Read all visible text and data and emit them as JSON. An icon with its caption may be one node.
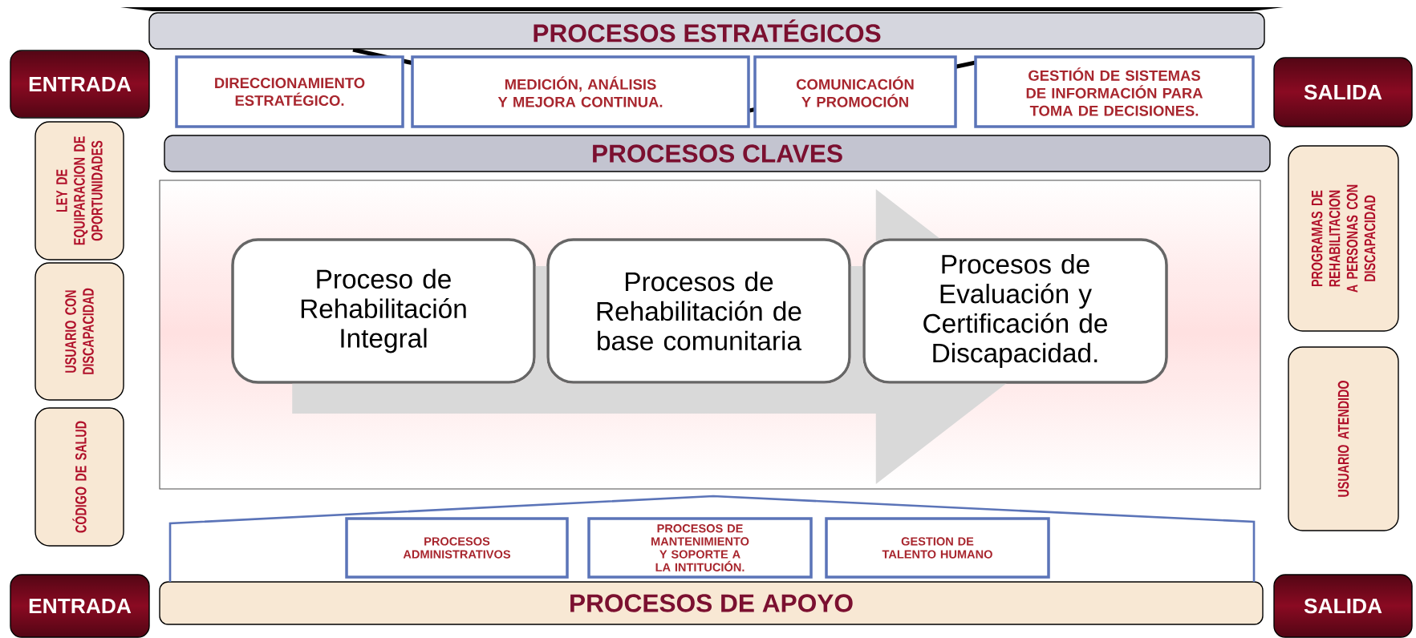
{
  "diagram": {
    "nodes": [
      {
        "text": [
          "ENTRADA"
        ]
      },
      {
        "text": [
          "PROCESOS  ESTRATÉGICOS"
        ]
      },
      {
        "text": [
          "DIRECCIONAMIENTO ESTRATÉGICO."
        ]
      },
      {
        "text": [
          "MEDICIÓN, ANÁLISIS Y MEJORA CONTINUA."
        ]
      },
      {
        "text": [
          "COMUNICACIÓN Y PROMOCIÓN"
        ]
      },
      {
        "text": [
          "GESTIÓN DE SISTEMAS DE INFORMACIÓN PARA TOMA DE DECISIONES."
        ]
      },
      {
        "text": [
          "SALIDA"
        ]
      },
      {
        "text": [
          "PROCESOS CLAVES"
        ]
      },
      {
        "text": [
          "LEY DE EQUIPARACION DE OPORTUNIDADES"
        ]
      },
      {
        "text": [
          "USUARIO CON DISCAPACIDAD"
        ]
      },
      {
        "text": [
          "CÓDIGO DE SALUD"
        ]
      },
      {
        "text": [],
        "shape": "box"
      },
      {
        "text": [
          "Proceso de Rehabilitación Integral"
        ],
        "in": 11
      },
      {
        "text": [
          "Procesos de Rehabilitación de base comunitaria"
        ],
        "in": 11
      },
      {
        "text": [
          "Procesos de Evaluación y Certificación de Discapacidad."
        ],
        "in": 11
      },
      {
        "text": [
          "PROGRAMAS DE REHABILITACION A PERSONAS CON DISCAPACIDAD"
        ]
      },
      {
        "text": [
          "USUARIO ATENDIDO"
        ]
      },
      {
        "text": [
          "PROCESOS ADMINISTRATIVOS"
        ]
      },
      {
        "text": [
          "PROCESOS DE MANTENIMIENTO Y SOPORTE A LA INTITUCIÓN."
        ]
      },
      {
        "text": [
          "GESTION DE TALENTO HUMANO"
        ]
      },
      {
        "text": [
          "ENTRADA"
        ]
      },
      {
        "text": [
          "PROCESOS  DE APOYO"
        ]
      },
      {
        "text": [
          "SALIDA"
        ]
      }
    ],
    "edges": [
      {
        "from": 12,
        "to": 14,
        "arrow": "to"
      }
    ]
  }
}
